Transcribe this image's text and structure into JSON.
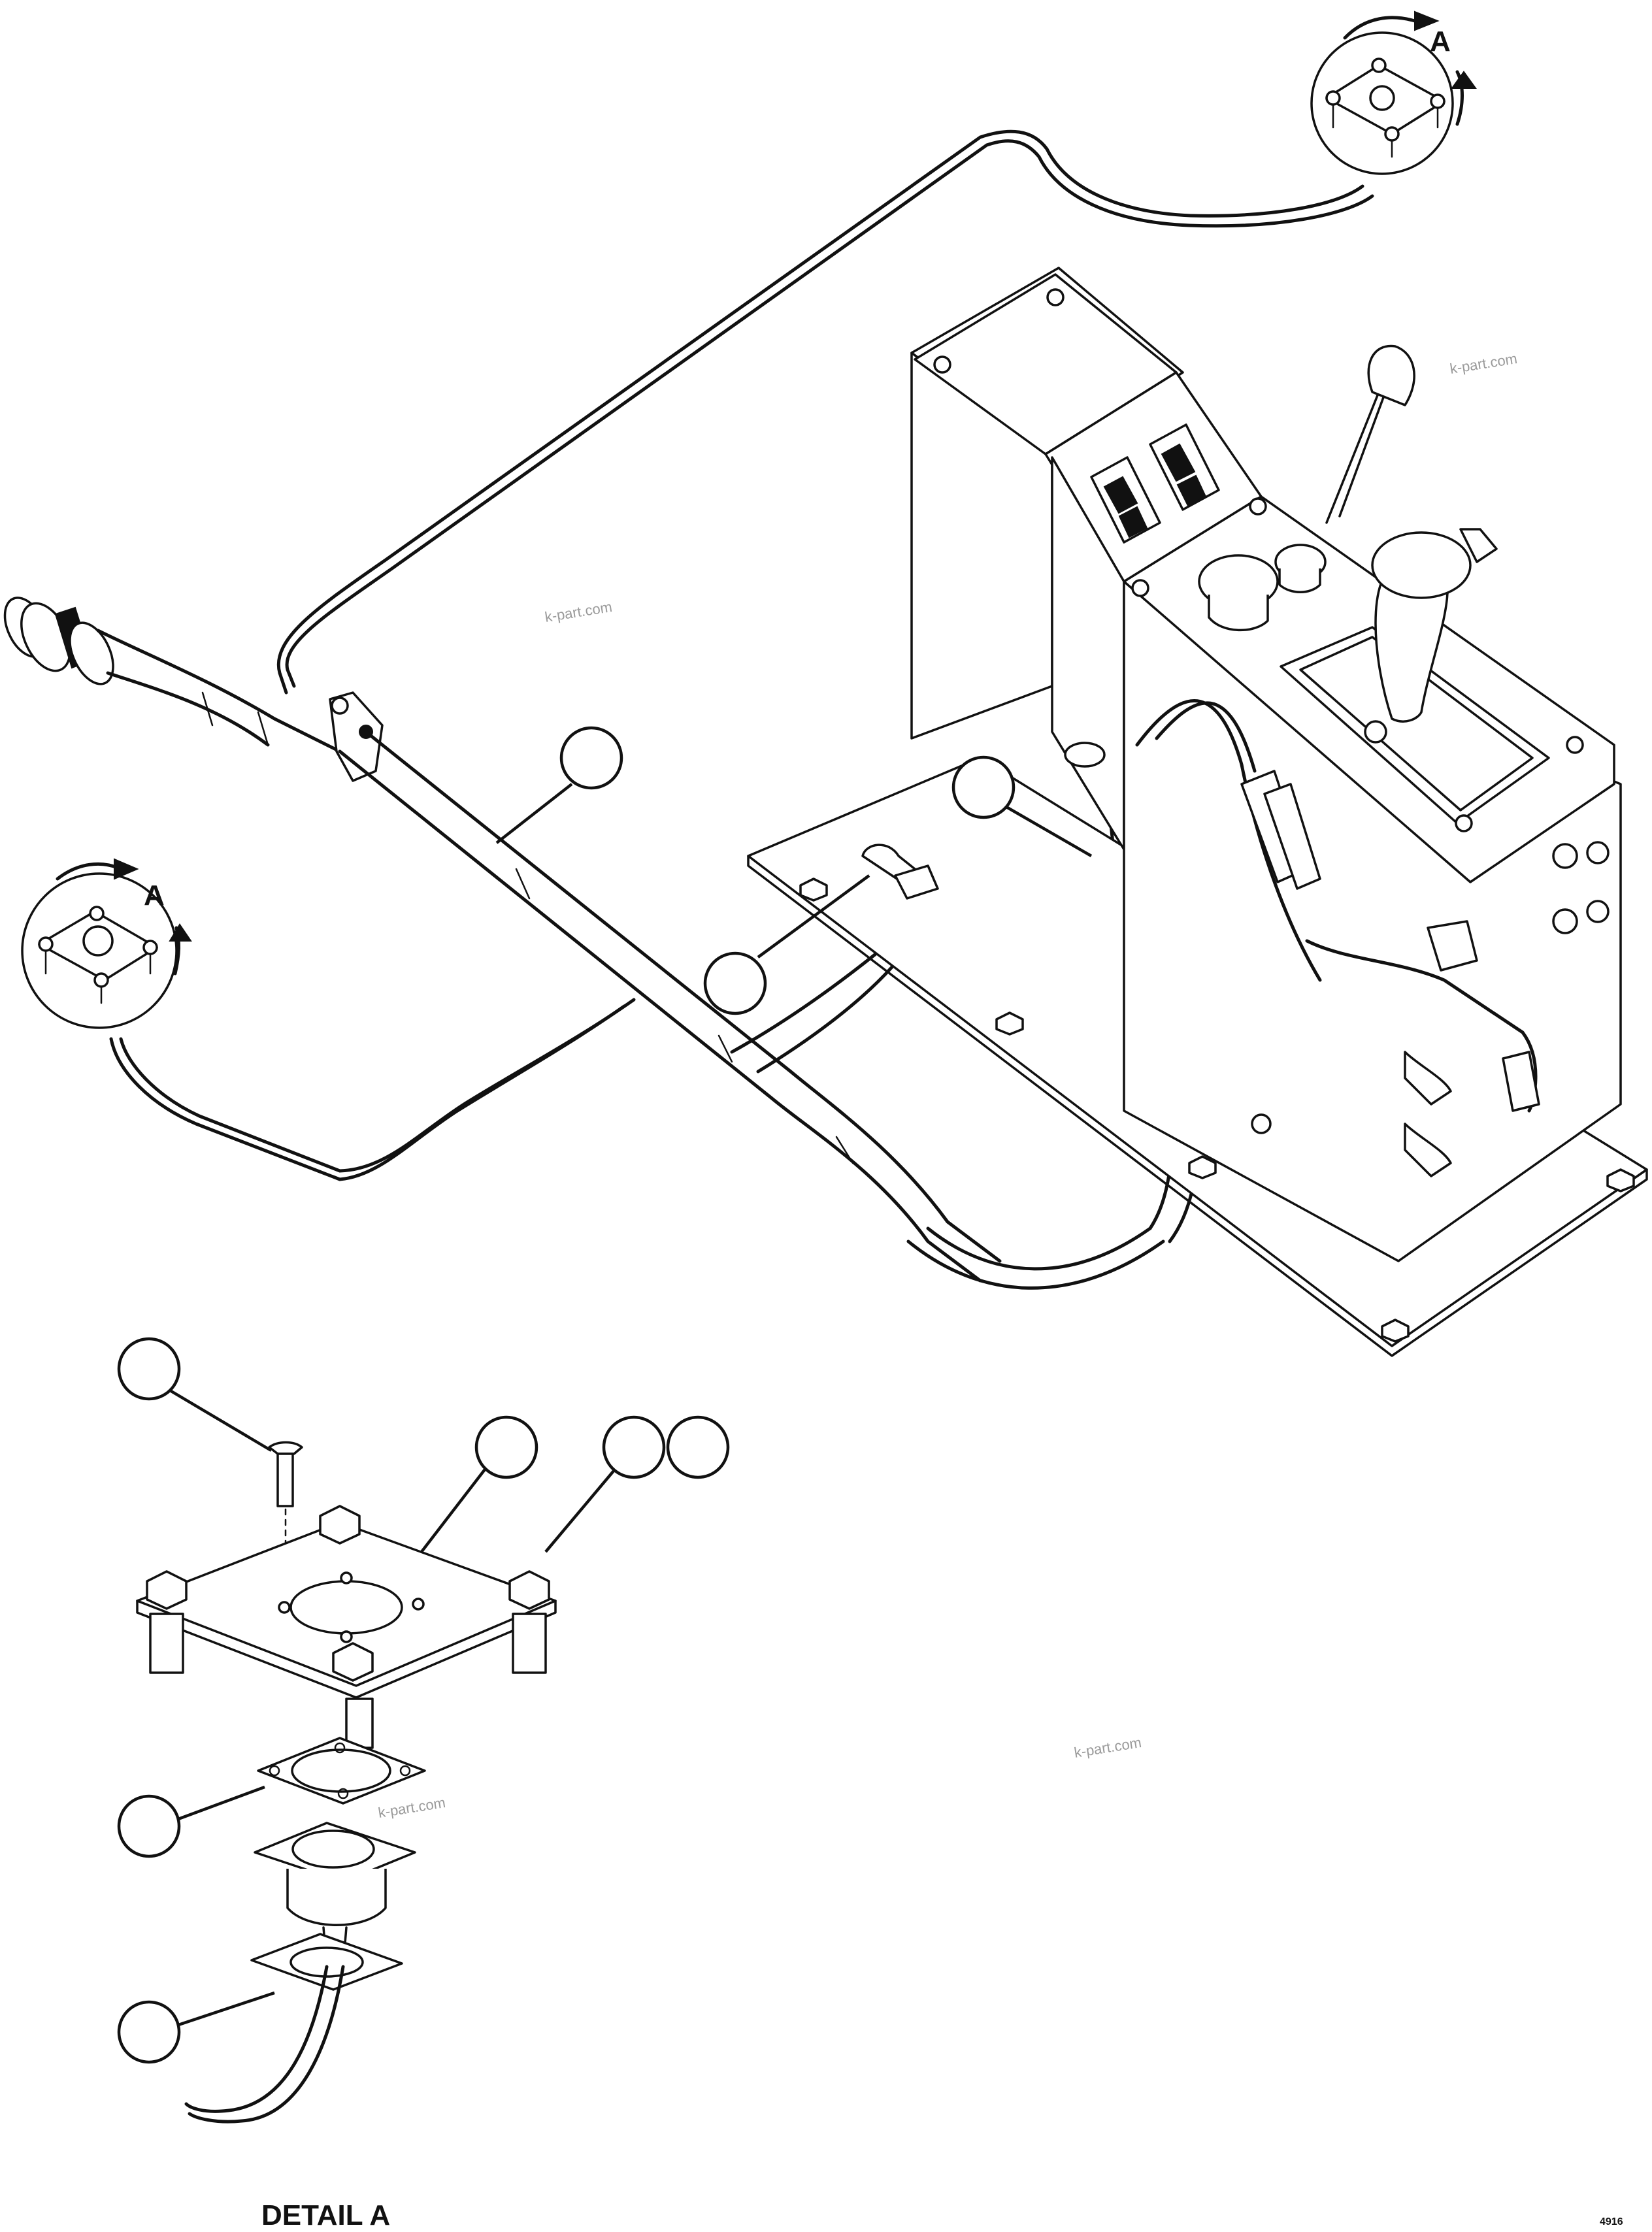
{
  "figure": {
    "watermarks": [
      "k-part.com",
      "k-part.com",
      "k-part.com",
      "k-part.com"
    ],
    "view_labels": [
      "A",
      "A"
    ],
    "detail_caption": "DETAIL A",
    "page_code": "4916"
  }
}
